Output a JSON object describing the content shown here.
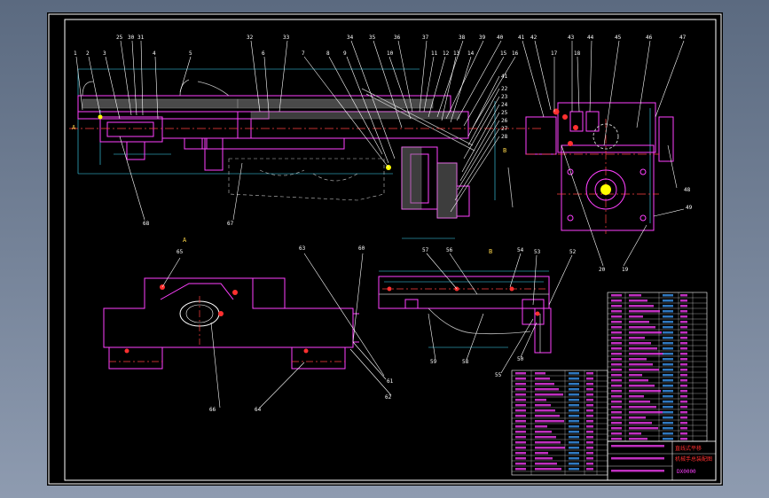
{
  "drawing": {
    "part_numbers_top": [
      "1",
      "2",
      "3",
      "25",
      "30",
      "31",
      "4",
      "5",
      "32",
      "33",
      "6",
      "7",
      "8",
      "9",
      "34",
      "35",
      "10",
      "36",
      "37",
      "11",
      "12",
      "38",
      "13",
      "39",
      "14",
      "40",
      "15",
      "16",
      "41",
      "42",
      "17",
      "43",
      "18",
      "44",
      "45",
      "46",
      "47"
    ],
    "part_numbers_right": [
      "41",
      "22",
      "23",
      "24",
      "25",
      "26",
      "27",
      "28"
    ],
    "part_numbers_bottom": [
      "68",
      "67",
      "20",
      "19",
      "48",
      "49"
    ],
    "section_labels": {
      "detail_a": "A",
      "detail_b": "B",
      "view_arrow_a": "A",
      "view_arrow_b": "B"
    },
    "part_numbers_lower": [
      "65",
      "63",
      "60",
      "57",
      "56",
      "54",
      "53",
      "52",
      "66",
      "64",
      "62",
      "61",
      "59",
      "58",
      "55",
      "50"
    ]
  },
  "title_block": {
    "title_line1": "直线式平移",
    "title_line2": "机械手总装配图",
    "drawing_code": "DX0000"
  },
  "colors": {
    "background": "#000000",
    "frame": "#ffffff",
    "outline": "#ff40ff",
    "centerline": "#ff4040",
    "dimension": "#40e0ff",
    "hatch": "#c0c0c0",
    "leader": "#ffffff",
    "view_letter": "#ffd84a",
    "bore": "#ffff00"
  }
}
